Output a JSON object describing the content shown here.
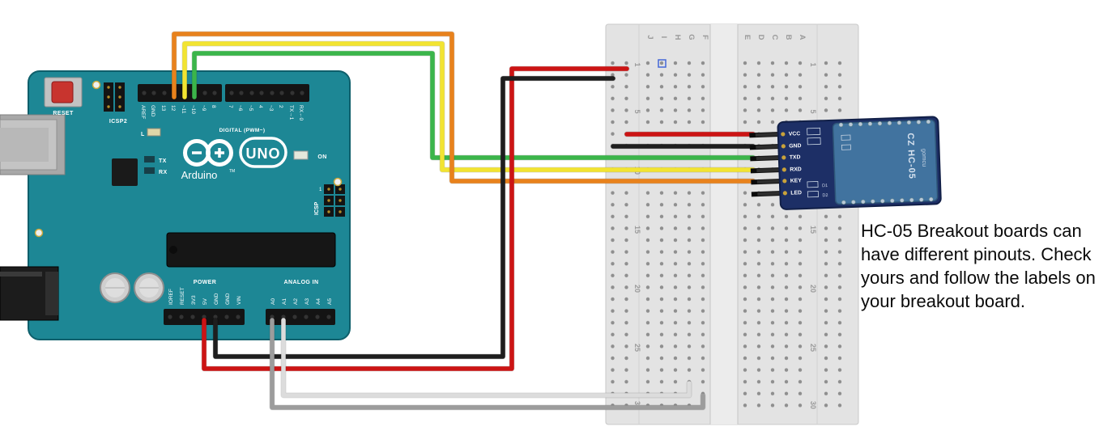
{
  "annotation": {
    "text": "HC-05 Breakout boards can have different pinouts. Check yours and follow the labels on your breakout board."
  },
  "arduino": {
    "reset_label": "RESET",
    "icsp2_label": "ICSP2",
    "icsp_label": "ICSP",
    "icsp_pin1": "1",
    "led_label": "L",
    "tx_label": "TX",
    "rx_label": "RX",
    "on_label": "ON",
    "brand": "Arduino",
    "brand_tm": "TM",
    "model": "UNO",
    "digital_section_label": "DIGITAL (PWM~)",
    "digital_pins": [
      "AREF",
      "GND",
      "13",
      "12",
      "~11",
      "~10",
      "~9",
      "8",
      "7",
      "~6",
      "~5",
      "4",
      "~3",
      "2",
      "TX→1",
      "RX←0"
    ],
    "power_section_label": "POWER",
    "power_pins": [
      "IOREF",
      "RESET",
      "3V3",
      "5V",
      "GND",
      "GND",
      "VIN"
    ],
    "analog_section_label": "ANALOG IN",
    "analog_pins": [
      "A0",
      "A1",
      "A2",
      "A3",
      "A4",
      "A5"
    ]
  },
  "breadboard": {
    "column_letters": [
      "J",
      "I",
      "H",
      "G",
      "F",
      "E",
      "D",
      "C",
      "B",
      "A"
    ],
    "row_numbers": [
      "1",
      "5",
      "10",
      "15",
      "20",
      "25",
      "30"
    ]
  },
  "hc05": {
    "pin_labels": [
      "VCC",
      "GND",
      "TXD",
      "RXD",
      "KEY",
      "LED"
    ],
    "board_text": "CZ  HC-05",
    "board_text2": "gomcu",
    "component_labels": [
      "D1",
      "D2"
    ]
  },
  "wires": [
    {
      "name": "orange-wire",
      "color": "#E8821C",
      "from": "Arduino D12",
      "to": "HC-05 KEY"
    },
    {
      "name": "yellow-wire",
      "color": "#F2E431",
      "from": "Arduino D11",
      "to": "HC-05 RXD"
    },
    {
      "name": "green-wire",
      "color": "#3BB54A",
      "from": "Arduino D10",
      "to": "HC-05 TXD"
    },
    {
      "name": "red-wire",
      "color": "#CC1414",
      "from": "Arduino 5V",
      "to": "Breadboard rail"
    },
    {
      "name": "black-wire",
      "color": "#1E1E1E",
      "from": "Arduino GND",
      "to": "Breadboard rail"
    },
    {
      "name": "red-jumper",
      "color": "#CC1414",
      "from": "Breadboard rail",
      "to": "HC-05 VCC"
    },
    {
      "name": "black-jumper",
      "color": "#1E1E1E",
      "from": "Breadboard rail",
      "to": "HC-05 GND"
    },
    {
      "name": "white-wire",
      "color": "#DCDCDC",
      "from": "Arduino A1",
      "to": "Breadboard"
    },
    {
      "name": "gray-wire",
      "color": "#9C9C9C",
      "from": "Arduino A0",
      "to": "Breadboard"
    }
  ]
}
